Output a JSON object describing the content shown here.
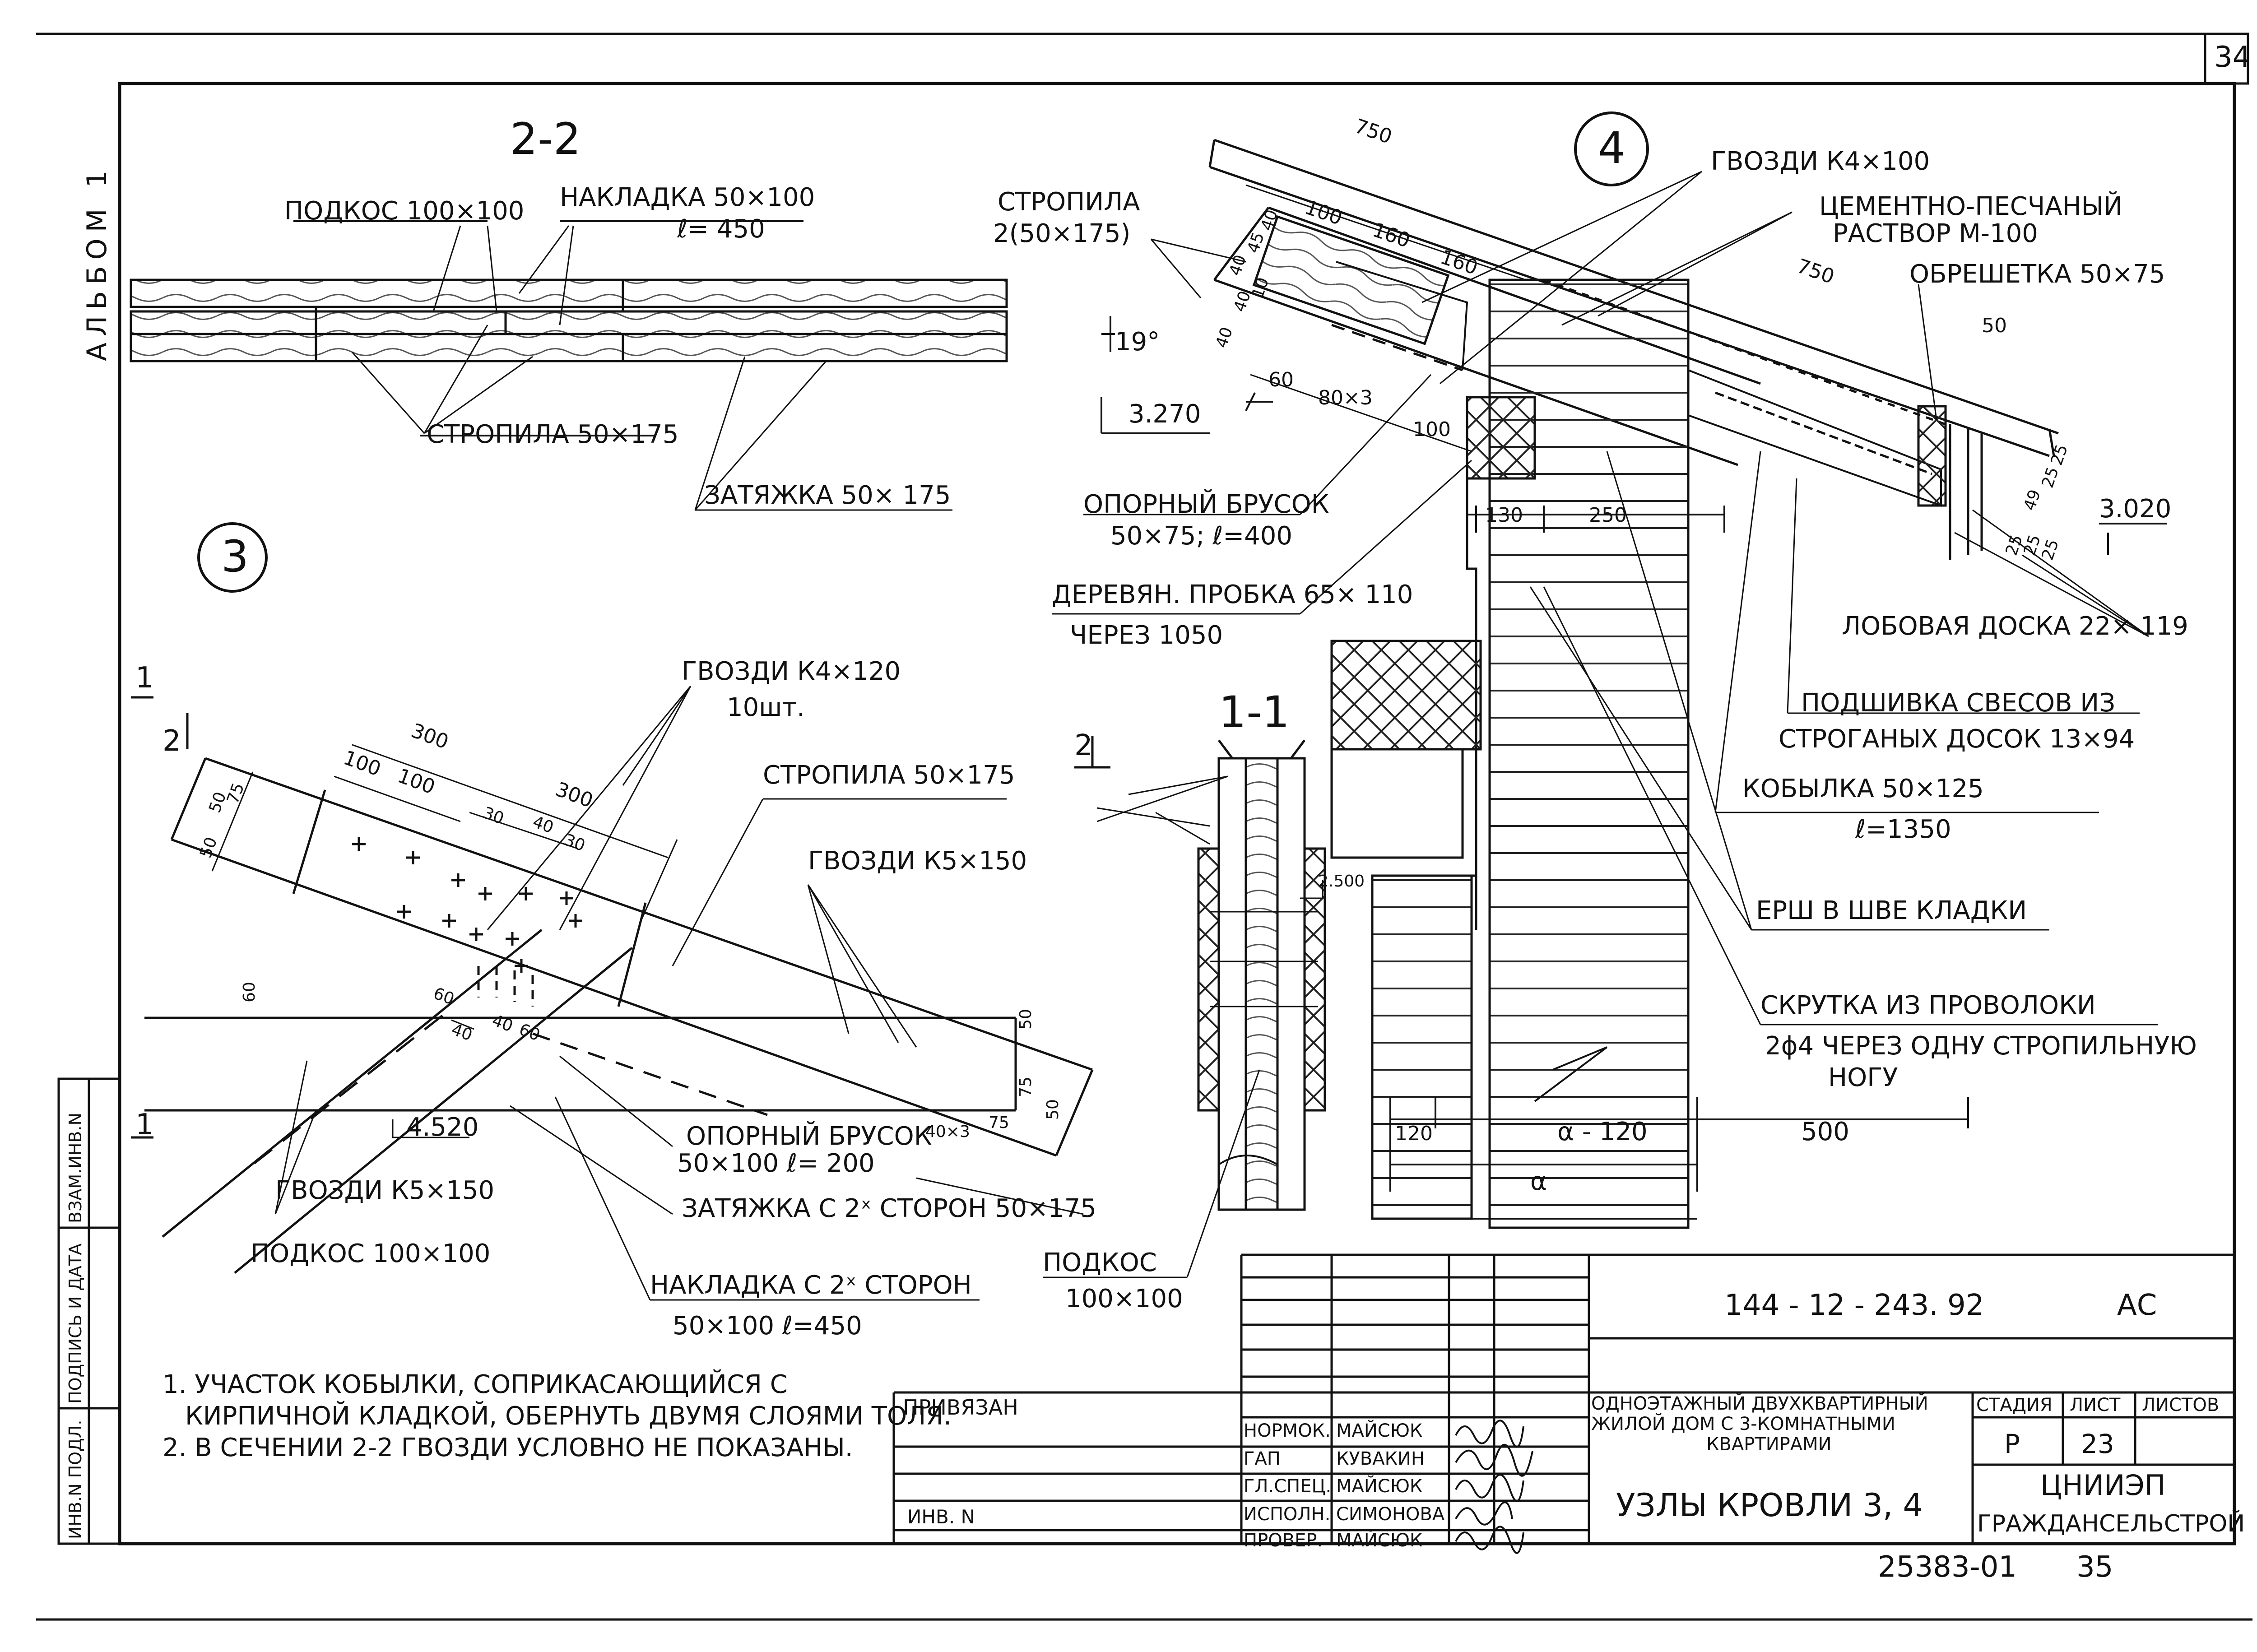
{
  "sheet": {
    "page_number": "34",
    "album": "АЛЬБОМ 1",
    "bottom_code": "25383-01",
    "bottom_page": "35"
  },
  "side_stamp": {
    "inv_podl": "ИНВ.N ПОДЛ.",
    "signature_date": "ПОДПИСЬ И ДАТА",
    "vzam_inv": "ВЗАМ.ИНВ.N"
  },
  "section_2_2": {
    "title": "2-2",
    "podkos": "ПОДКОС 100×100",
    "nakladka": "НАКЛАДКА 50×100",
    "nakladka_len": "ℓ= 450",
    "stropila": "СТРОПИЛА 50×175",
    "zatyazhka": "ЗАТЯЖКА 50× 175"
  },
  "node_3": {
    "marker": "3",
    "gvozdi_k4": "ГВОЗДИ К4×120",
    "gvozdi_k4_count": "10шт.",
    "stropila": "СТРОПИЛА 50×175",
    "gvozdi_k5": "ГВОЗДИ К5×150",
    "gvozdi_k5_lower": "ГВОЗДИ К5×150",
    "podkos": "ПОДКОС 100×100",
    "opor_brusok": "ОПОРНЫЙ БРУСОК",
    "opor_brusok_size": "50×100  ℓ= 200",
    "zatyazhka": "ЗАТЯЖКА С 2ˣ СТОРОН 50×175",
    "nakladka": "НАКЛАДКА  С 2ˣ СТОРОН",
    "nakladka_size": "50×100  ℓ=450",
    "mark_elev": "4.520",
    "cut_1": "1",
    "cut_2": "2",
    "dims": {
      "d300a": "300",
      "d100a": "100",
      "d100b": "100",
      "d300b": "300",
      "d30a": "30",
      "d40a": "40",
      "d30b": "30",
      "d50a": "50",
      "d75a": "75",
      "d50b": "50",
      "d60a": "60",
      "d60b": "60",
      "d40b": "40",
      "d40c": "40",
      "d60c": "60",
      "d50c": "50",
      "d75b": "75",
      "d50d": "50",
      "d40x3": "40×3",
      "d75c": "75"
    }
  },
  "section_1_1": {
    "title": "1-1",
    "cut_2": "2",
    "mark_elev": "2.500",
    "podkos": "ПОДКОС",
    "podkos_size": "100×100"
  },
  "node_4": {
    "marker": "4",
    "stropila": "СТРОПИЛА",
    "stropila_size": "2(50×175)",
    "gvozdi": "ГВОЗДИ К4×100",
    "rastvor_1": "ЦЕМЕНТНО-ПЕСЧАНЫЙ",
    "rastvor_2": "РАСТВОР  М-100",
    "obreshetka": "ОБРЕШЕТКА 50×75",
    "opor_brusok": "ОПОРНЫЙ  БРУСОК",
    "opor_brusok_size": "50×75;  ℓ=400",
    "probka": "ДЕРЕВЯН. ПРОБКА 65× 110",
    "probka_step": "ЧЕРЕЗ 1050",
    "lobovaya": "ЛОБОВАЯ ДОСКА 22× 119",
    "podshivka_1": "ПОДШИВКА СВЕСОВ ИЗ",
    "podshivka_2": "СТРОГАНЫХ  ДОСОК 13×94",
    "kobylka": "КОБЫЛКА  50×125",
    "kobylka_len": "ℓ=1350",
    "ersh": "ЕРШ  В  ШВЕ  КЛАДКИ",
    "skrutka_1": "СКРУТКА  ИЗ  ПРОВОЛОКИ",
    "skrutka_2": "2ϕ4  ЧЕРЕЗ  ОДНУ СТРОПИЛЬНУЮ",
    "skrutka_3": "НОГУ",
    "angle": "19°",
    "mark_elev_a": "3.270",
    "mark_elev_b": "3.020",
    "dims": {
      "d750a": "750",
      "d750b": "750",
      "d100a": "100",
      "d160a": "160",
      "d160b": "160",
      "d40a": "40",
      "d45": "45",
      "d40b": "40",
      "d40c": "40",
      "d10": "10",
      "d40d": "40",
      "d60": "60",
      "d80x3": "80×3",
      "d100b": "100",
      "d130": "130",
      "d250": "250",
      "d50": "50",
      "d25a": "25",
      "d25b": "25",
      "d49": "49",
      "d25c": "25",
      "d25d": "25",
      "d25e": "25",
      "d120": "120",
      "d_a120": "α - 120",
      "d500": "500",
      "d_a": "α"
    }
  },
  "notes": {
    "n1a": "1. УЧАСТОК  КОБЫЛКИ,  СОПРИКАСАЮЩИЙСЯ  С",
    "n1b": "КИРПИЧНОЙ  КЛАДКОЙ,  ОБЕРНУТЬ  ДВУМЯ  СЛОЯМИ  ТОЛЯ.",
    "n2": "2. В СЕЧЕНИИ  2-2  ГВОЗДИ  УСЛОВНО  НЕ ПОКАЗАНЫ."
  },
  "title_block": {
    "privyazan": "ПРИВЯЗАН",
    "inv_n": "ИНВ. N",
    "doc_code": "144 - 12 - 243. 92",
    "doc_mark": "АС",
    "project_1": "ОДНОЭТАЖНЫЙ ДВУХКВАРТИРНЫЙ",
    "project_2": "ЖИЛОЙ ДОМ С 3-КОМНАТНЫМИ",
    "project_3": "КВАРТИРАМИ",
    "sheet_title": "УЗЛЫ  КРОВЛИ  3, 4",
    "stage_h": "СТАДИЯ",
    "list_h": "ЛИСТ",
    "listov_h": "ЛИСТОВ",
    "stage": "Р",
    "list": "23",
    "org_1": "ЦНИИЭП",
    "org_2": "ГРАЖДАНСЕЛЬСТРОЙ",
    "roles": [
      {
        "role": "НОРМОК.",
        "name": "МАЙСЮК"
      },
      {
        "role": "ГАП",
        "name": "КУВАКИН"
      },
      {
        "role": "ГЛ.СПЕЦ.",
        "name": "МАЙСЮК"
      },
      {
        "role": "ИСПОЛН.",
        "name": "СИМОНОВА"
      },
      {
        "role": "ПРОВЕР.",
        "name": "МАЙСЮК"
      }
    ]
  }
}
